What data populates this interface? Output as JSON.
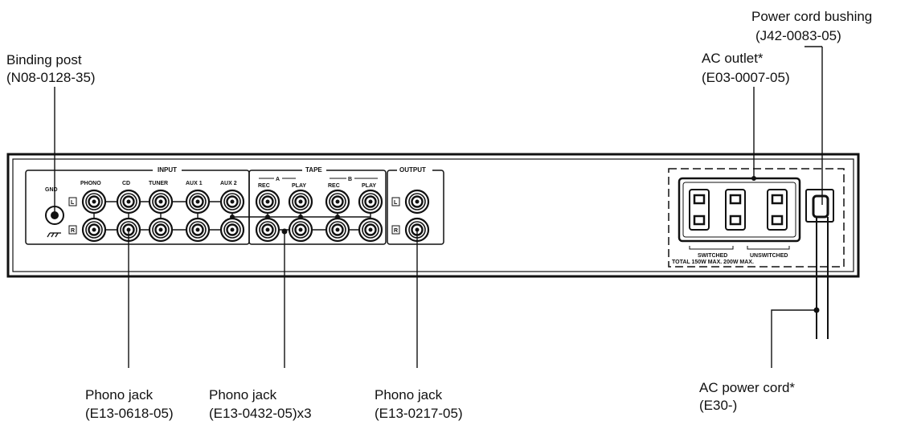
{
  "callouts": {
    "binding_post": {
      "line1": "Binding post",
      "line2": "(N08-0128-35)"
    },
    "power_cord_bushing": {
      "line1": "Power cord bushing",
      "line2": "(J42-0083-05)"
    },
    "ac_outlet": {
      "line1": "AC outlet*",
      "line2": "(E03-0007-05)"
    },
    "phono_jack_input": {
      "line1": "Phono jack",
      "line2": "(E13-0618-05)"
    },
    "phono_jack_tape": {
      "line1": "Phono jack",
      "line2": "(E13-0432-05)x3"
    },
    "phono_jack_output": {
      "line1": "Phono jack",
      "line2": "(E13-0217-05)"
    },
    "ac_power_cord": {
      "line1": "AC power cord*",
      "line2": "(E30-)"
    }
  },
  "panel": {
    "input_label": "INPUT",
    "tape_label": "TAPE",
    "output_label": "OUTPUT",
    "gnd_label": "GND",
    "jack_labels": [
      "PHONO",
      "CD",
      "TUNER",
      "AUX 1",
      "AUX 2"
    ],
    "tape_a_label": "A",
    "tape_b_label": "B",
    "tape_jack_labels": [
      "REC",
      "PLAY",
      "REC",
      "PLAY"
    ],
    "left_channel": "L",
    "right_channel": "R",
    "switched_label": "SWITCHED",
    "unswitched_label": "UNSWITCHED",
    "total_label": "TOTAL 150W MAX. 200W MAX."
  }
}
